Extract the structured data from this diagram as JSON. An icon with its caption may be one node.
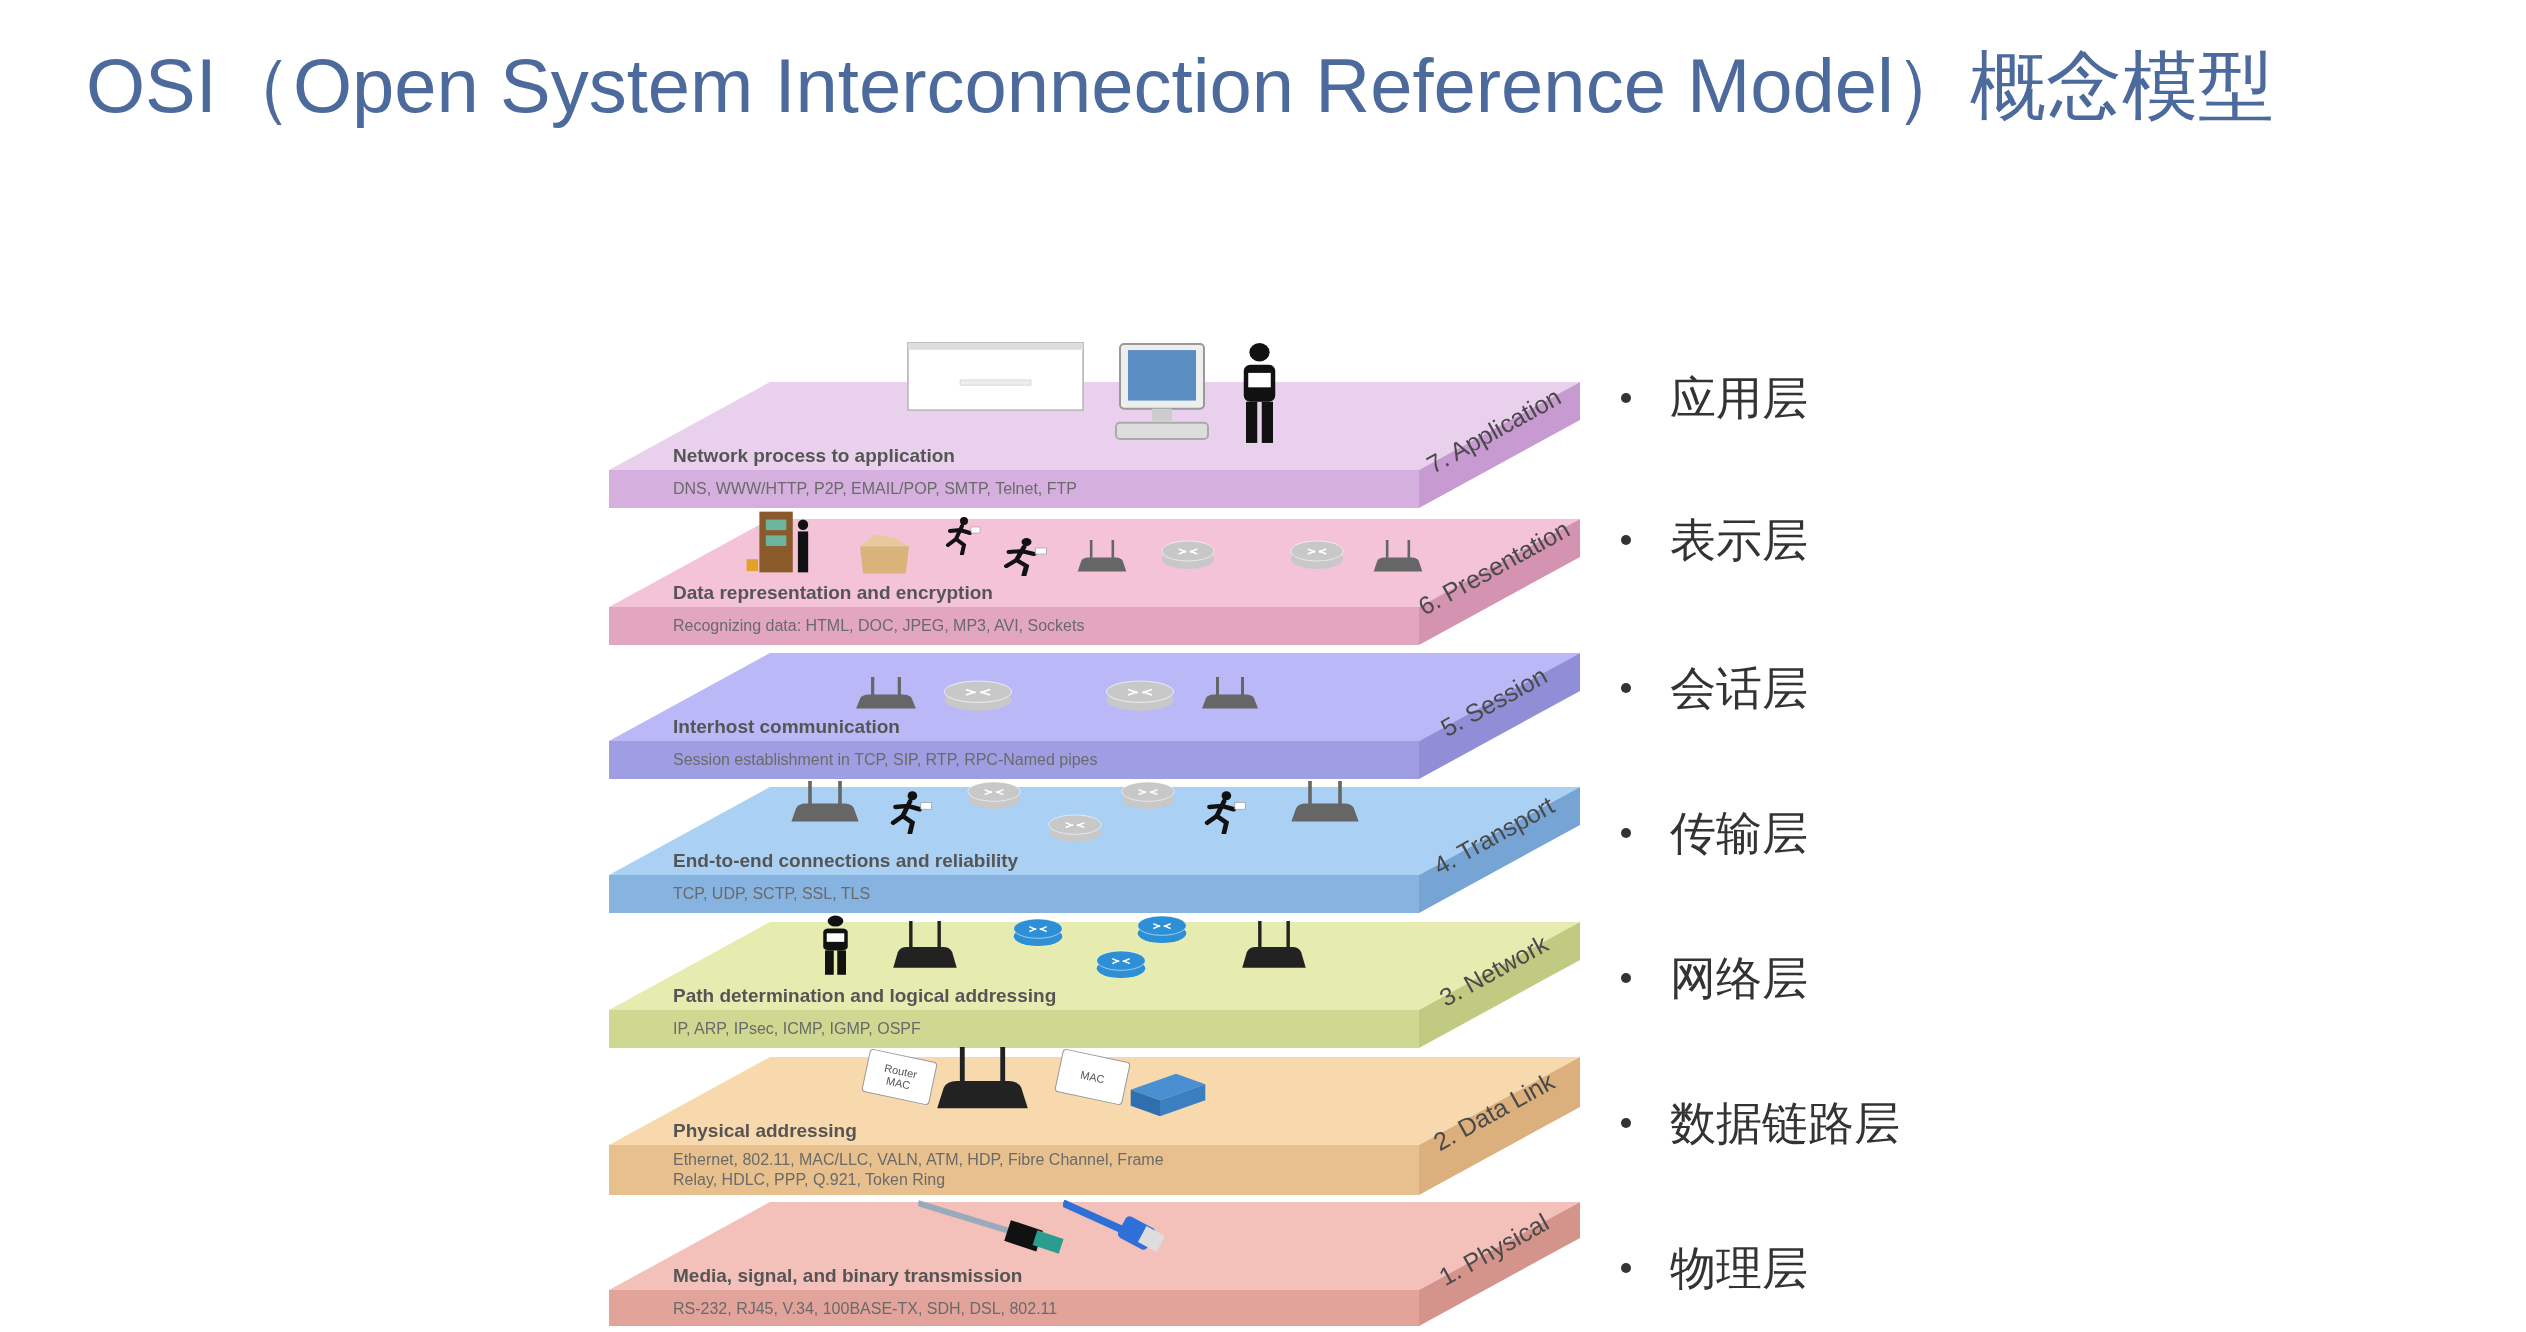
{
  "diagram": {
    "title": "OSI（Open System Interconnection Reference Model）概念模型",
    "nodes": [
      {
        "text": [
          "7. Application",
          "Network process to application",
          "DNS, WWW/HTTP, P2P, EMAIL/POP, SMTP, Telnet, FTP"
        ]
      },
      {
        "text": [
          "6. Presentation",
          "Data representation and encryption",
          "Recognizing data: HTML, DOC, JPEG, MP3, AVI, Sockets"
        ]
      },
      {
        "text": [
          "5. Session",
          "Interhost communication",
          "Session establishment in TCP, SIP, RTP, RPC-Named pipes"
        ]
      },
      {
        "text": [
          "4. Transport",
          "End-to-end connections and reliability",
          "TCP, UDP, SCTP, SSL, TLS"
        ]
      },
      {
        "text": [
          "3. Network",
          "Path determination and logical addressing",
          "IP, ARP, IPsec, ICMP, IGMP, OSPF"
        ]
      },
      {
        "text": [
          "2. Data Link",
          "Physical addressing",
          "Ethernet, 802.11, MAC/LLC, VALN, ATM, HDP, Fibre Channel, Frame Relay, HDLC, PPP, Q.921, Token Ring"
        ]
      },
      {
        "text": [
          "1. Physical",
          "Media, signal, and binary transmission",
          "RS-232, RJ45, V.34, 100BASE-TX, SDH, DSL, 802.11"
        ]
      }
    ],
    "labels": [
      "应用层",
      "表示层",
      "会话层",
      "传输层",
      "网络层",
      "数据链路层",
      "物理层",
      "Router MAC",
      "MAC"
    ]
  }
}
